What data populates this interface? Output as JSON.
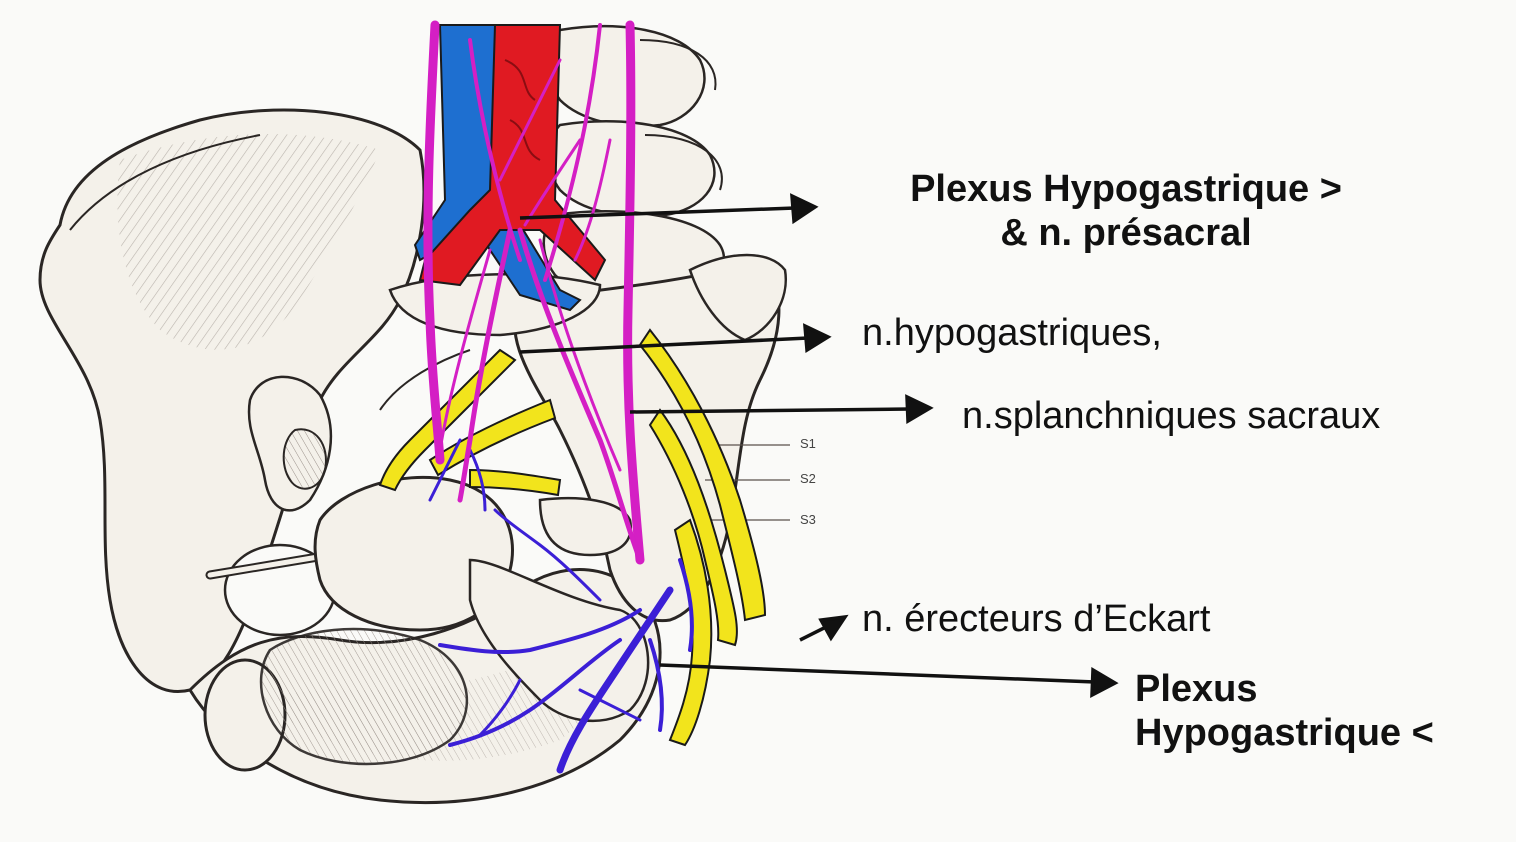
{
  "labels": {
    "plexus_superior_line1": "Plexus Hypogastrique >",
    "plexus_superior_line2": "& n. présacral",
    "nerfs_hypogastriques": "n.hypogastriques,",
    "nerfs_splanchniques": "n.splanchniques sacraux",
    "nerfs_erecteurs": "n. érecteurs d’Eckart",
    "plexus_inferior_line1": "Plexus",
    "plexus_inferior_line2": "Hypogastrique <"
  },
  "sacral_segments": [
    "S1",
    "S2",
    "S3"
  ],
  "colors": {
    "artery": "#e01a22",
    "vein": "#1e6fd0",
    "sympathetic_nerve": "#d41fc4",
    "sacral_nerve": "#f2e41c",
    "inferior_plexus": "#3b1fd6",
    "bone": "#f4f1ea",
    "outline": "#2a2624",
    "arrow": "#111111"
  }
}
